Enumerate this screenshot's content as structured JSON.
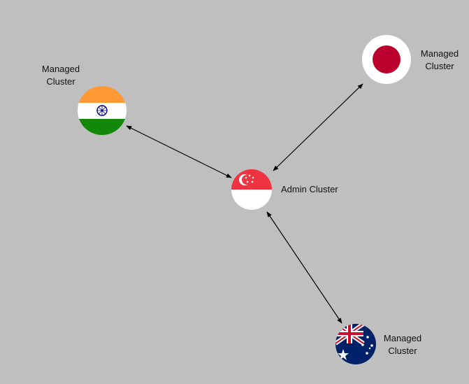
{
  "nodes": {
    "india": {
      "flag": "india-flag-icon",
      "label_line1": "Managed",
      "label_line2": "Cluster"
    },
    "japan": {
      "flag": "japan-flag-icon",
      "label_line1": "Managed",
      "label_line2": "Cluster"
    },
    "singapore": {
      "flag": "singapore-flag-icon",
      "label": "Admin Cluster"
    },
    "australia": {
      "flag": "australia-flag-icon",
      "label_line1": "Managed",
      "label_line2": "Cluster"
    }
  },
  "edges": [
    {
      "from": "singapore",
      "to": "india",
      "direction": "bidirectional"
    },
    {
      "from": "singapore",
      "to": "japan",
      "direction": "bidirectional"
    },
    {
      "from": "singapore",
      "to": "australia",
      "direction": "bidirectional"
    }
  ],
  "colors": {
    "background": "#bfbfbf",
    "india_saffron": "#ff9933",
    "india_green": "#138808",
    "india_chakra": "#000080",
    "japan_red": "#bc002d",
    "singapore_red": "#ef3340",
    "australia_blue": "#012169",
    "australia_red": "#c8102e",
    "white": "#ffffff",
    "line": "#000000"
  }
}
